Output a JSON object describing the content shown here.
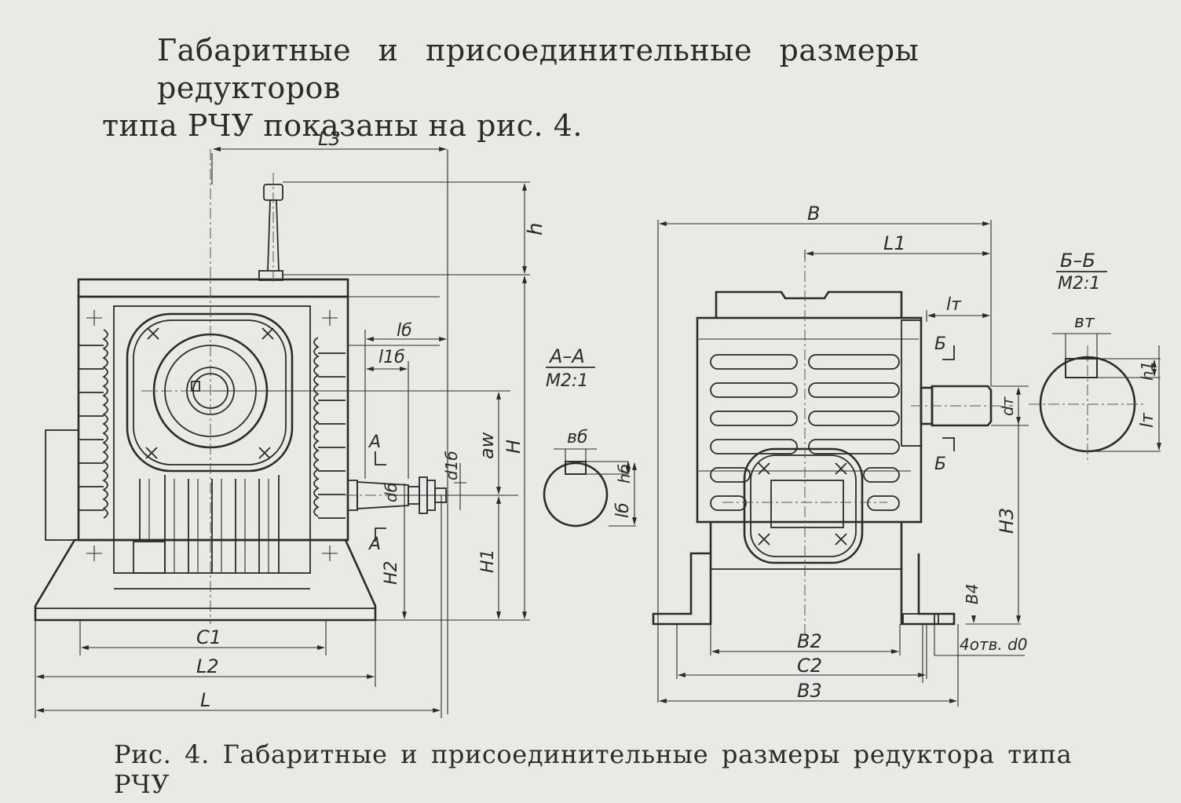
{
  "intro": {
    "line1": "Габаритные и присоединительные размеры редукторов",
    "line2": "типа РЧУ показаны на рис. 4."
  },
  "caption": "Рис. 4. Габаритные и присоединительные размеры редуктора типа РЧУ",
  "labels": {
    "L3": "L3",
    "h": "h",
    "lb": "lб",
    "l1b": "l1б",
    "d1b": "d1б",
    "aw": "aw",
    "H": "H",
    "A_up": "A",
    "A_low": "A",
    "db": "dб",
    "H2": "H2",
    "H1": "H1",
    "C1": "C1",
    "L2": "L2",
    "L": "L",
    "section_AA": "А–А",
    "scale_AA": "М2:1",
    "bb": "вб",
    "hb": "hб",
    "lb_sec": "lб",
    "B": "B",
    "L1": "L1",
    "lt": "lт",
    "B_sec_up": "Б",
    "B_sec_low": "Б",
    "dt": "dт",
    "H3": "H3",
    "B4": "B4",
    "holes": "4отв. d0",
    "B2": "B2",
    "C2": "C2",
    "B3": "B3",
    "section_BB": "Б–Б",
    "scale_BB": "М2:1",
    "bt": "вт",
    "h1": "h1",
    "lt_sec": "lт"
  }
}
